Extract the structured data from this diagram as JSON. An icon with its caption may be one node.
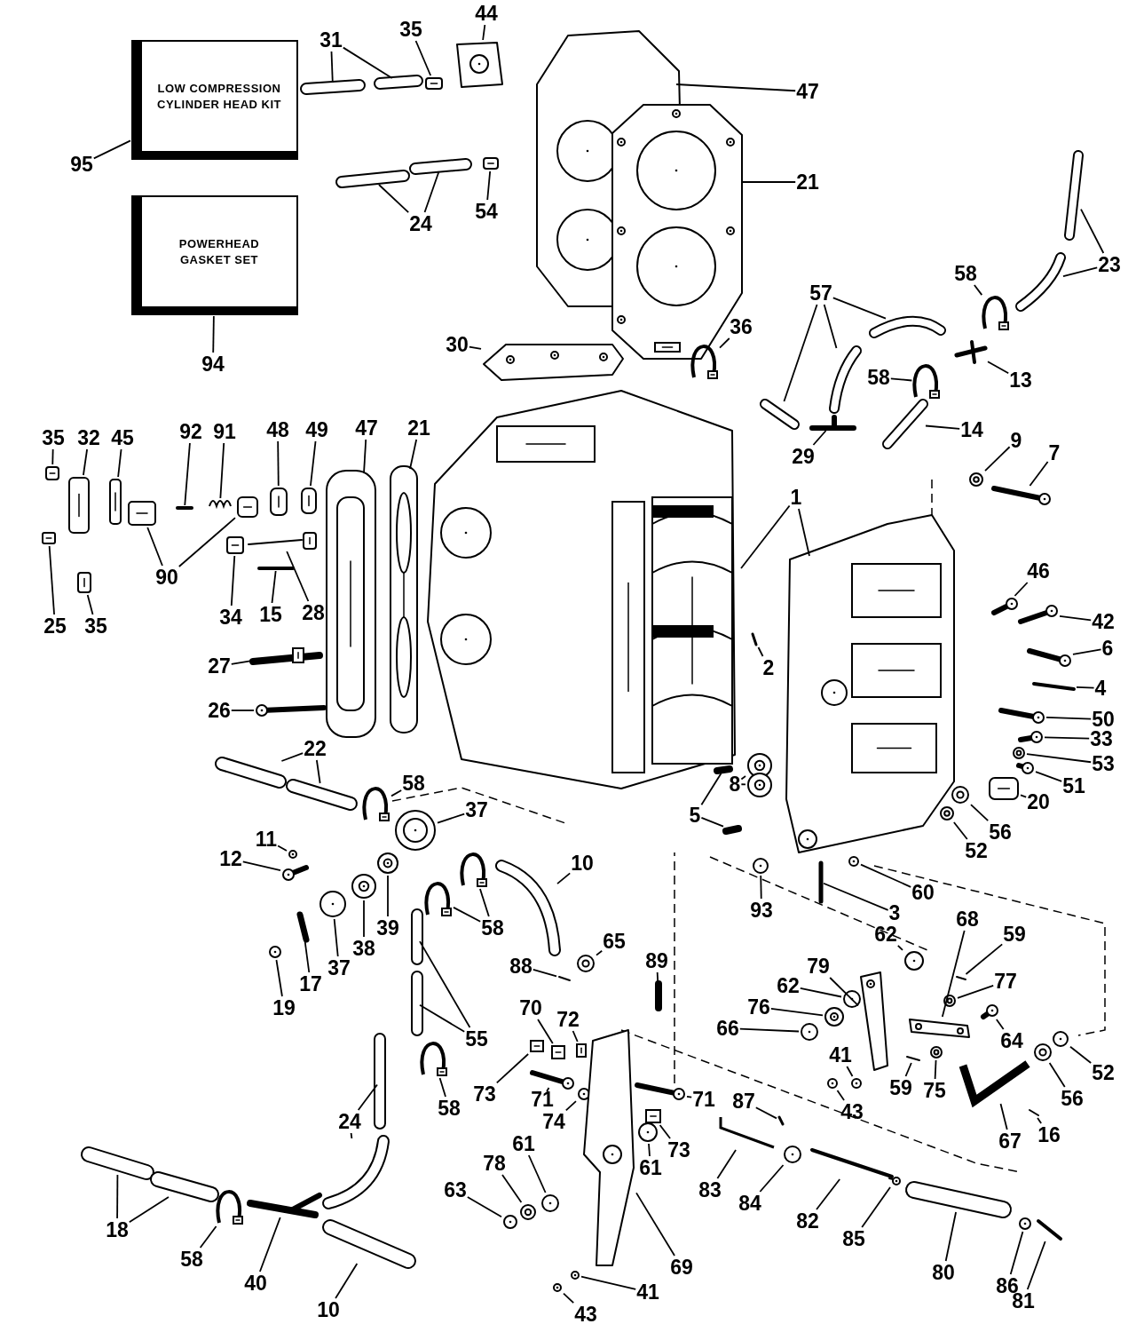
{
  "diagram": {
    "nodes": [
      {
        "text": [
          "LOW COMPRESSION CYLINDER HEAD KIT"
        ]
      },
      {
        "text": [
          "POWERHEAD GASKET SET"
        ]
      },
      {
        "text": [
          "95"
        ]
      },
      {
        "text": [
          "94"
        ]
      },
      {
        "text": [
          "31"
        ]
      },
      {
        "text": [
          "35"
        ]
      },
      {
        "text": [
          "44"
        ]
      },
      {
        "text": [
          "47"
        ]
      },
      {
        "text": [
          "21"
        ]
      },
      {
        "text": [
          "24"
        ]
      },
      {
        "text": [
          "54"
        ]
      },
      {
        "text": [
          "23"
        ]
      },
      {
        "text": [
          "58"
        ]
      },
      {
        "text": [
          "57"
        ]
      },
      {
        "text": [
          "36"
        ]
      },
      {
        "text": [
          "30"
        ]
      },
      {
        "text": [
          "13"
        ]
      },
      {
        "text": [
          "58"
        ]
      },
      {
        "text": [
          "14"
        ]
      },
      {
        "text": [
          "29"
        ]
      },
      {
        "text": [
          "9"
        ]
      },
      {
        "text": [
          "7"
        ]
      },
      {
        "text": [
          "35"
        ]
      },
      {
        "text": [
          "32"
        ]
      },
      {
        "text": [
          "45"
        ]
      },
      {
        "text": [
          "92"
        ]
      },
      {
        "text": [
          "91"
        ]
      },
      {
        "text": [
          "48"
        ]
      },
      {
        "text": [
          "49"
        ]
      },
      {
        "text": [
          "47"
        ]
      },
      {
        "text": [
          "21"
        ]
      },
      {
        "text": [
          "90"
        ]
      },
      {
        "text": [
          "25"
        ]
      },
      {
        "text": [
          "35"
        ]
      },
      {
        "text": [
          "34"
        ]
      },
      {
        "text": [
          "15"
        ]
      },
      {
        "text": [
          "28"
        ]
      },
      {
        "text": [
          "27"
        ]
      },
      {
        "text": [
          "26"
        ]
      },
      {
        "text": [
          "1"
        ]
      },
      {
        "text": [
          "2"
        ]
      },
      {
        "text": [
          "46"
        ]
      },
      {
        "text": [
          "42"
        ]
      },
      {
        "text": [
          "6"
        ]
      },
      {
        "text": [
          "4"
        ]
      },
      {
        "text": [
          "50"
        ]
      },
      {
        "text": [
          "33"
        ]
      },
      {
        "text": [
          "53"
        ]
      },
      {
        "text": [
          "51"
        ]
      },
      {
        "text": [
          "20"
        ]
      },
      {
        "text": [
          "56"
        ]
      },
      {
        "text": [
          "52"
        ]
      },
      {
        "text": [
          "8"
        ]
      },
      {
        "text": [
          "5"
        ]
      },
      {
        "text": [
          "22"
        ]
      },
      {
        "text": [
          "58"
        ]
      },
      {
        "text": [
          "37"
        ]
      },
      {
        "text": [
          "11"
        ]
      },
      {
        "text": [
          "12"
        ]
      },
      {
        "text": [
          "10"
        ]
      },
      {
        "text": [
          "39"
        ]
      },
      {
        "text": [
          "38"
        ]
      },
      {
        "text": [
          "37"
        ]
      },
      {
        "text": [
          "17"
        ]
      },
      {
        "text": [
          "19"
        ]
      },
      {
        "text": [
          "58"
        ]
      },
      {
        "text": [
          "93"
        ]
      },
      {
        "text": [
          "3"
        ]
      },
      {
        "text": [
          "60"
        ]
      },
      {
        "text": [
          "65"
        ]
      },
      {
        "text": [
          "88"
        ]
      },
      {
        "text": [
          "62"
        ]
      },
      {
        "text": [
          "68"
        ]
      },
      {
        "text": [
          "59"
        ]
      },
      {
        "text": [
          "79"
        ]
      },
      {
        "text": [
          "62"
        ]
      },
      {
        "text": [
          "77"
        ]
      },
      {
        "text": [
          "76"
        ]
      },
      {
        "text": [
          "66"
        ]
      },
      {
        "text": [
          "89"
        ]
      },
      {
        "text": [
          "70"
        ]
      },
      {
        "text": [
          "72"
        ]
      },
      {
        "text": [
          "64"
        ]
      },
      {
        "text": [
          "41"
        ]
      },
      {
        "text": [
          "59"
        ]
      },
      {
        "text": [
          "75"
        ]
      },
      {
        "text": [
          "52"
        ]
      },
      {
        "text": [
          "56"
        ]
      },
      {
        "text": [
          "73"
        ]
      },
      {
        "text": [
          "71"
        ]
      },
      {
        "text": [
          "74"
        ]
      },
      {
        "text": [
          "87"
        ]
      },
      {
        "text": [
          "71"
        ]
      },
      {
        "text": [
          "73"
        ]
      },
      {
        "text": [
          "43"
        ]
      },
      {
        "text": [
          "16"
        ]
      },
      {
        "text": [
          "67"
        ]
      },
      {
        "text": [
          "24"
        ]
      },
      {
        "text": [
          "61"
        ]
      },
      {
        "text": [
          "61"
        ]
      },
      {
        "text": [
          "83"
        ]
      },
      {
        "text": [
          "84"
        ]
      },
      {
        "text": [
          "78"
        ]
      },
      {
        "text": [
          "63"
        ]
      },
      {
        "text": [
          "18"
        ]
      },
      {
        "text": [
          "58"
        ]
      },
      {
        "text": [
          "40"
        ]
      },
      {
        "text": [
          "10"
        ]
      },
      {
        "text": [
          "82"
        ]
      },
      {
        "text": [
          "85"
        ]
      },
      {
        "text": [
          "80"
        ]
      },
      {
        "text": [
          "86"
        ]
      },
      {
        "text": [
          "81"
        ]
      },
      {
        "text": [
          "69"
        ]
      },
      {
        "text": [
          "41"
        ]
      },
      {
        "text": [
          "43"
        ]
      },
      {
        "text": [
          "55"
        ]
      },
      {
        "text": [
          "58"
        ]
      },
      {
        "text": [],
        "shape": "picture"
      },
      {
        "text": [],
        "shape": "picture"
      },
      {
        "text": [],
        "shape": "picture"
      },
      {
        "text": [],
        "shape": "picture"
      },
      {
        "text": [],
        "shape": "picture"
      },
      {
        "text": [],
        "shape": "picture"
      },
      {
        "text": [],
        "shape": "picture"
      },
      {
        "text": [],
        "shape": "picture"
      },
      {
        "text": [],
        "shape": "picture"
      },
      {
        "text": [],
        "shape": "picture"
      },
      {
        "text": [],
        "shape": "picture"
      },
      {
        "text": [],
        "shape": "picture"
      },
      {
        "text": [],
        "shape": "picture"
      },
      {
        "text": [],
        "shape": "picture"
      },
      {
        "text": [],
        "shape": "picture"
      },
      {
        "text": [],
        "shape": "picture"
      },
      {
        "text": [],
        "shape": "picture"
      },
      {
        "text": [],
        "shape": "picture"
      },
      {
        "text": [],
        "shape": "picture"
      },
      {
        "text": [],
        "shape": "picture"
      },
      {
        "text": [],
        "shape": "picture"
      },
      {
        "text": [],
        "shape": "picture"
      },
      {
        "text": [],
        "shape": "picture"
      },
      {
        "text": [],
        "shape": "picture"
      },
      {
        "text": [],
        "shape": "picture"
      },
      {
        "text": [],
        "shape": "picture"
      },
      {
        "text": [],
        "shape": "picture"
      },
      {
        "text": [],
        "shape": "picture"
      },
      {
        "text": [],
        "shape": "picture"
      },
      {
        "text": [],
        "shape": "picture"
      },
      {
        "text": [],
        "shape": "picture"
      },
      {
        "text": [],
        "shape": "picture"
      },
      {
        "text": [],
        "shape": "picture"
      },
      {
        "text": [],
        "shape": "picture"
      },
      {
        "text": [],
        "shape": "picture"
      },
      {
        "text": [],
        "shape": "picture"
      },
      {
        "text": [],
        "shape": "picture"
      },
      {
        "text": [],
        "shape": "picture"
      },
      {
        "text": [],
        "shape": "picture"
      },
      {
        "text": [],
        "shape": "picture"
      },
      {
        "text": [],
        "shape": "picture"
      },
      {
        "text": [],
        "shape": "picture"
      },
      {
        "text": [],
        "shape": "picture"
      },
      {
        "text": [],
        "shape": "picture"
      },
      {
        "text": [],
        "shape": "picture"
      },
      {
        "text": [],
        "shape": "picture"
      },
      {
        "text": [],
        "shape": "picture"
      },
      {
        "text": [],
        "shape": "picture"
      },
      {
        "text": [],
        "shape": "picture"
      },
      {
        "text": [],
        "shape": "picture"
      },
      {
        "text": [],
        "shape": "picture"
      },
      {
        "text": [],
        "shape": "picture"
      },
      {
        "text": [],
        "shape": "picture"
      },
      {
        "text": [],
        "shape": "picture"
      },
      {
        "text": [],
        "shape": "picture"
      },
      {
        "text": [],
        "shape": "picture"
      },
      {
        "text": [],
        "shape": "picture"
      },
      {
        "text": [],
        "shape": "picture"
      },
      {
        "text": [],
        "shape": "picture"
      },
      {
        "text": [],
        "shape": "picture"
      },
      {
        "text": [],
        "shape": "picture"
      },
      {
        "text": [],
        "shape": "picture"
      },
      {
        "text": [],
        "shape": "picture"
      },
      {
        "text": [],
        "shape": "picture"
      },
      {
        "text": [],
        "shape": "picture"
      },
      {
        "text": [],
        "shape": "picture"
      },
      {
        "text": [],
        "shape": "picture"
      },
      {
        "text": [],
        "shape": "picture"
      },
      {
        "text": [],
        "shape": "picture"
      },
      {
        "text": [],
        "shape": "picture"
      },
      {
        "text": [],
        "shape": "picture"
      },
      {
        "text": [],
        "shape": "picture"
      },
      {
        "text": [],
        "shape": "picture"
      },
      {
        "text": [],
        "shape": "picture"
      },
      {
        "text": [],
        "shape": "picture"
      },
      {
        "text": [],
        "shape": "picture"
      },
      {
        "text": [],
        "shape": "picture"
      },
      {
        "text": [],
        "shape": "picture"
      },
      {
        "text": [],
        "shape": "picture"
      },
      {
        "text": [],
        "shape": "picture"
      },
      {
        "text": [],
        "shape": "picture"
      },
      {
        "text": [],
        "shape": "picture"
      },
      {
        "text": [],
        "shape": "picture"
      },
      {
        "text": [],
        "shape": "picture"
      },
      {
        "text": [],
        "shape": "picture"
      },
      {
        "text": [],
        "shape": "picture"
      },
      {
        "text": [],
        "shape": "picture"
      },
      {
        "text": [],
        "shape": "picture"
      },
      {
        "text": [],
        "shape": "picture"
      },
      {
        "text": [],
        "shape": "picture"
      },
      {
        "text": [],
        "shape": "picture"
      },
      {
        "text": [],
        "shape": "picture"
      },
      {
        "text": [],
        "shape": "picture"
      },
      {
        "text": [],
        "shape": "picture"
      },
      {
        "text": [],
        "shape": "picture"
      },
      {
        "text": [],
        "shape": "picture"
      },
      {
        "text": [],
        "shape": "picture"
      },
      {
        "text": [],
        "shape": "picture"
      },
      {
        "text": [],
        "shape": "picture"
      },
      {
        "text": [],
        "shape": "picture"
      },
      {
        "text": [],
        "shape": "picture"
      },
      {
        "text": [],
        "shape": "picture"
      },
      {
        "text": [],
        "shape": "picture"
      },
      {
        "text": [],
        "shape": "picture"
      },
      {
        "text": [],
        "shape": "picture"
      },
      {
        "text": [],
        "shape": "picture"
      },
      {
        "text": [],
        "shape": "picture"
      },
      {
        "text": [],
        "shape": "picture"
      },
      {
        "text": [],
        "shape": "picture"
      },
      {
        "text": [],
        "shape": "picture"
      },
      {
        "text": [],
        "shape": "picture"
      },
      {
        "text": [],
        "shape": "picture"
      },
      {
        "text": [],
        "shape": "picture"
      },
      {
        "text": [],
        "shape": "picture"
      },
      {
        "text": [],
        "shape": "picture"
      },
      {
        "text": [],
        "shape": "picture"
      },
      {
        "text": [],
        "shape": "picture"
      },
      {
        "text": [],
        "shape": "picture"
      },
      {
        "text": [],
        "shape": "picture"
      },
      {
        "text": [],
        "shape": "picture"
      },
      {
        "text": [],
        "shape": "picture"
      },
      {
        "text": [],
        "shape": "picture"
      },
      {
        "text": [],
        "shape": "picture"
      },
      {
        "text": [],
        "shape": "picture"
      },
      {
        "text": [],
        "shape": "picture"
      },
      {
        "text": [],
        "shape": "picture"
      },
      {
        "text": [],
        "shape": "picture"
      },
      {
        "text": [],
        "shape": "picture"
      }
    ],
    "edges": [
      {
        "from": 2,
        "to": 0,
        "arrow": "none"
      },
      {
        "from": 3,
        "to": 1,
        "arrow": "none"
      },
      {
        "from": 4,
        "to": 118,
        "arrow": "none"
      },
      {
        "from": 4,
        "to": 119,
        "arrow": "none"
      },
      {
        "from": 5,
        "to": 120,
        "arrow": "none"
      },
      {
        "from": 6,
        "to": 121,
        "arrow": "none"
      },
      {
        "from": 7,
        "to": 122,
        "arrow": "none"
      },
      {
        "from": 8,
        "to": 123,
        "arrow": "none"
      },
      {
        "from": 9,
        "to": 124,
        "arrow": "none"
      },
      {
        "from": 9,
        "to": 125,
        "arrow": "none"
      },
      {
        "from": 10,
        "to": 126,
        "arrow": "none"
      },
      {
        "from": 11,
        "to": 127,
        "arrow": "none"
      },
      {
        "from": 11,
        "to": 128,
        "arrow": "none"
      },
      {
        "from": 12,
        "to": 129,
        "arrow": "none"
      },
      {
        "from": 13,
        "to": 130,
        "arrow": "none"
      },
      {
        "from": 13,
        "to": 131,
        "arrow": "none"
      },
      {
        "from": 13,
        "to": 132,
        "arrow": "none"
      },
      {
        "from": 14,
        "to": 133,
        "arrow": "none"
      },
      {
        "from": 15,
        "to": 134,
        "arrow": "none"
      },
      {
        "from": 16,
        "to": 135,
        "arrow": "none"
      },
      {
        "from": 17,
        "to": 136,
        "arrow": "none"
      },
      {
        "from": 18,
        "to": 137,
        "arrow": "none"
      },
      {
        "from": 19,
        "to": 138,
        "arrow": "none"
      },
      {
        "from": 20,
        "to": 139,
        "arrow": "none"
      },
      {
        "from": 21,
        "to": 140,
        "arrow": "none"
      },
      {
        "from": 22,
        "to": 141,
        "arrow": "none"
      },
      {
        "from": 23,
        "to": 142,
        "arrow": "none"
      },
      {
        "from": 24,
        "to": 143,
        "arrow": "none"
      },
      {
        "from": 25,
        "to": 144,
        "arrow": "none"
      },
      {
        "from": 26,
        "to": 145,
        "arrow": "none"
      },
      {
        "from": 27,
        "to": 146,
        "arrow": "none"
      },
      {
        "from": 28,
        "to": 147,
        "arrow": "none"
      },
      {
        "from": 29,
        "to": 148,
        "arrow": "none"
      },
      {
        "from": 30,
        "to": 149,
        "arrow": "none"
      },
      {
        "from": 31,
        "to": 150,
        "arrow": "none"
      },
      {
        "from": 31,
        "to": 151,
        "arrow": "none"
      },
      {
        "from": 32,
        "to": 152,
        "arrow": "none"
      },
      {
        "from": 33,
        "to": 153,
        "arrow": "none"
      },
      {
        "from": 34,
        "to": 154,
        "arrow": "none"
      },
      {
        "from": 35,
        "to": 155,
        "arrow": "none"
      },
      {
        "from": 36,
        "to": 156,
        "arrow": "none"
      },
      {
        "from": 37,
        "to": 157,
        "arrow": "none"
      },
      {
        "from": 38,
        "to": 158,
        "arrow": "none"
      },
      {
        "from": 39,
        "to": 159,
        "arrow": "none"
      },
      {
        "from": 39,
        "to": 160,
        "arrow": "none"
      },
      {
        "from": 40,
        "to": 161,
        "arrow": "none"
      },
      {
        "from": 41,
        "to": 162,
        "arrow": "none"
      },
      {
        "from": 42,
        "to": 163,
        "arrow": "none"
      },
      {
        "from": 43,
        "to": 164,
        "arrow": "none"
      },
      {
        "from": 44,
        "to": 165,
        "arrow": "none"
      },
      {
        "from": 45,
        "to": 166,
        "arrow": "none"
      },
      {
        "from": 46,
        "to": 167,
        "arrow": "none"
      },
      {
        "from": 47,
        "to": 168,
        "arrow": "none"
      },
      {
        "from": 48,
        "to": 169,
        "arrow": "none"
      },
      {
        "from": 49,
        "to": 170,
        "arrow": "none"
      },
      {
        "from": 50,
        "to": 171,
        "arrow": "none"
      },
      {
        "from": 51,
        "to": 172,
        "arrow": "none"
      },
      {
        "from": 52,
        "to": 173,
        "arrow": "none"
      },
      {
        "from": 52,
        "to": 174,
        "arrow": "none"
      },
      {
        "from": 53,
        "to": 175,
        "arrow": "none"
      },
      {
        "from": 53,
        "to": 176,
        "arrow": "none"
      },
      {
        "from": 54,
        "to": 177,
        "arrow": "none"
      },
      {
        "from": 54,
        "to": 178,
        "arrow": "none"
      },
      {
        "from": 55,
        "to": 179,
        "arrow": "none"
      },
      {
        "from": 56,
        "to": 180,
        "arrow": "none"
      },
      {
        "from": 57,
        "to": 181,
        "arrow": "none"
      },
      {
        "from": 58,
        "to": 182,
        "arrow": "none"
      },
      {
        "from": 59,
        "to": 183,
        "arrow": "none"
      },
      {
        "from": 60,
        "to": 184,
        "arrow": "none"
      },
      {
        "from": 61,
        "to": 185,
        "arrow": "none"
      },
      {
        "from": 62,
        "to": 186,
        "arrow": "none"
      },
      {
        "from": 63,
        "to": 187,
        "arrow": "none"
      },
      {
        "from": 64,
        "to": 188,
        "arrow": "none"
      },
      {
        "from": 65,
        "to": 189,
        "arrow": "none"
      },
      {
        "from": 65,
        "to": 190,
        "arrow": "none"
      },
      {
        "from": 66,
        "to": 191,
        "arrow": "none"
      },
      {
        "from": 67,
        "to": 192,
        "arrow": "none"
      },
      {
        "from": 68,
        "to": 193,
        "arrow": "none"
      },
      {
        "from": 69,
        "to": 194,
        "arrow": "none"
      },
      {
        "from": 70,
        "to": 195,
        "arrow": "none"
      },
      {
        "from": 71,
        "to": 196,
        "arrow": "none"
      },
      {
        "from": 72,
        "to": 197,
        "arrow": "none"
      },
      {
        "from": 73,
        "to": 198,
        "arrow": "none"
      },
      {
        "from": 74,
        "to": 199,
        "arrow": "none"
      },
      {
        "from": 75,
        "to": 200,
        "arrow": "none"
      },
      {
        "from": 76,
        "to": 201,
        "arrow": "none"
      },
      {
        "from": 77,
        "to": 202,
        "arrow": "none"
      },
      {
        "from": 78,
        "to": 203,
        "arrow": "none"
      },
      {
        "from": 79,
        "to": 204,
        "arrow": "none"
      },
      {
        "from": 80,
        "to": 205,
        "arrow": "none"
      },
      {
        "from": 81,
        "to": 206,
        "arrow": "none"
      },
      {
        "from": 82,
        "to": 207,
        "arrow": "none"
      },
      {
        "from": 83,
        "to": 208,
        "arrow": "none"
      },
      {
        "from": 84,
        "to": 209,
        "arrow": "none"
      },
      {
        "from": 85,
        "to": 210,
        "arrow": "none"
      },
      {
        "from": 86,
        "to": 211,
        "arrow": "none"
      },
      {
        "from": 87,
        "to": 212,
        "arrow": "none"
      },
      {
        "from": 88,
        "to": 213,
        "arrow": "none"
      },
      {
        "from": 89,
        "to": 214,
        "arrow": "none"
      },
      {
        "from": 90,
        "to": 215,
        "arrow": "none"
      },
      {
        "from": 91,
        "to": 216,
        "arrow": "none"
      },
      {
        "from": 92,
        "to": 217,
        "arrow": "none"
      },
      {
        "from": 93,
        "to": 218,
        "arrow": "none"
      },
      {
        "from": 94,
        "to": 219,
        "arrow": "none"
      },
      {
        "from": 95,
        "to": 220,
        "arrow": "none"
      },
      {
        "from": 96,
        "to": 221,
        "arrow": "none"
      },
      {
        "from": 97,
        "to": 222,
        "arrow": "none"
      },
      {
        "from": 97,
        "to": 223,
        "arrow": "none"
      },
      {
        "from": 98,
        "to": 224,
        "arrow": "none"
      },
      {
        "from": 99,
        "to": 225,
        "arrow": "none"
      },
      {
        "from": 100,
        "to": 226,
        "arrow": "none"
      },
      {
        "from": 101,
        "to": 227,
        "arrow": "none"
      },
      {
        "from": 102,
        "to": 228,
        "arrow": "none"
      },
      {
        "from": 103,
        "to": 229,
        "arrow": "none"
      },
      {
        "from": 104,
        "to": 230,
        "arrow": "none"
      },
      {
        "from": 104,
        "to": 231,
        "arrow": "none"
      },
      {
        "from": 105,
        "to": 232,
        "arrow": "none"
      },
      {
        "from": 106,
        "to": 233,
        "arrow": "none"
      },
      {
        "from": 107,
        "to": 234,
        "arrow": "none"
      },
      {
        "from": 108,
        "to": 235,
        "arrow": "none"
      },
      {
        "from": 109,
        "to": 236,
        "arrow": "none"
      },
      {
        "from": 110,
        "to": 237,
        "arrow": "none"
      },
      {
        "from": 111,
        "to": 238,
        "arrow": "none"
      },
      {
        "from": 112,
        "to": 239,
        "arrow": "none"
      },
      {
        "from": 113,
        "to": 240,
        "arrow": "none"
      },
      {
        "from": 114,
        "to": 241,
        "arrow": "none"
      },
      {
        "from": 115,
        "to": 242,
        "arrow": "none"
      },
      {
        "from": 116,
        "to": 243,
        "arrow": "none"
      },
      {
        "from": 116,
        "to": 244,
        "arrow": "none"
      },
      {
        "from": 117,
        "to": 245,
        "arrow": "none"
      }
    ]
  }
}
